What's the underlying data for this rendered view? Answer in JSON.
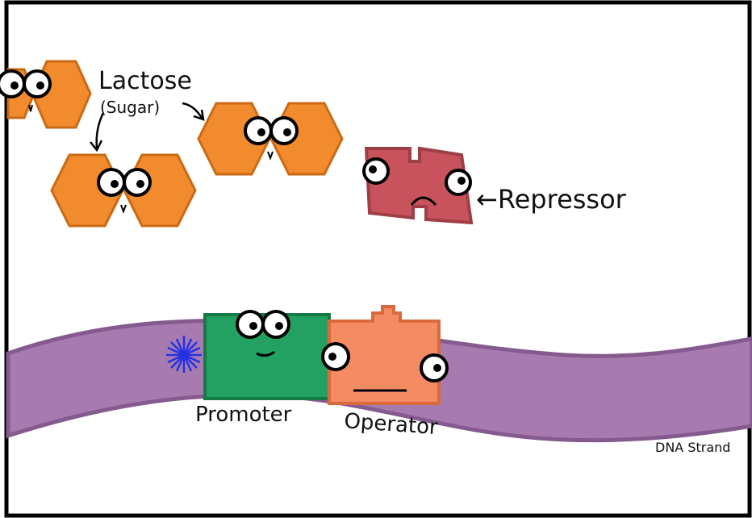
{
  "labels": {
    "lactose": "Lactose",
    "sugar": "(Sugar)",
    "repressor": "←Repressor",
    "promoter": "Promoter",
    "operator": "Operator",
    "dna_strand": "DNA Strand"
  },
  "colors": {
    "lactose": "#F28A2E",
    "lactose_outline": "#C96A14",
    "repressor": "#C9535C",
    "repressor_outline": "#9E3E45",
    "promoter": "#23A163",
    "promoter_outline": "#157A46",
    "operator": "#F58B62",
    "operator_outline": "#D96A3E",
    "dna": "#A77BB0",
    "dna_outline": "#855A8E",
    "rna_pol_burst": "#2431E6",
    "frame": "#000000"
  },
  "icons": {
    "burst": "blue-spiky-burst-icon",
    "eyes": "cartoon-eyes-icon"
  }
}
